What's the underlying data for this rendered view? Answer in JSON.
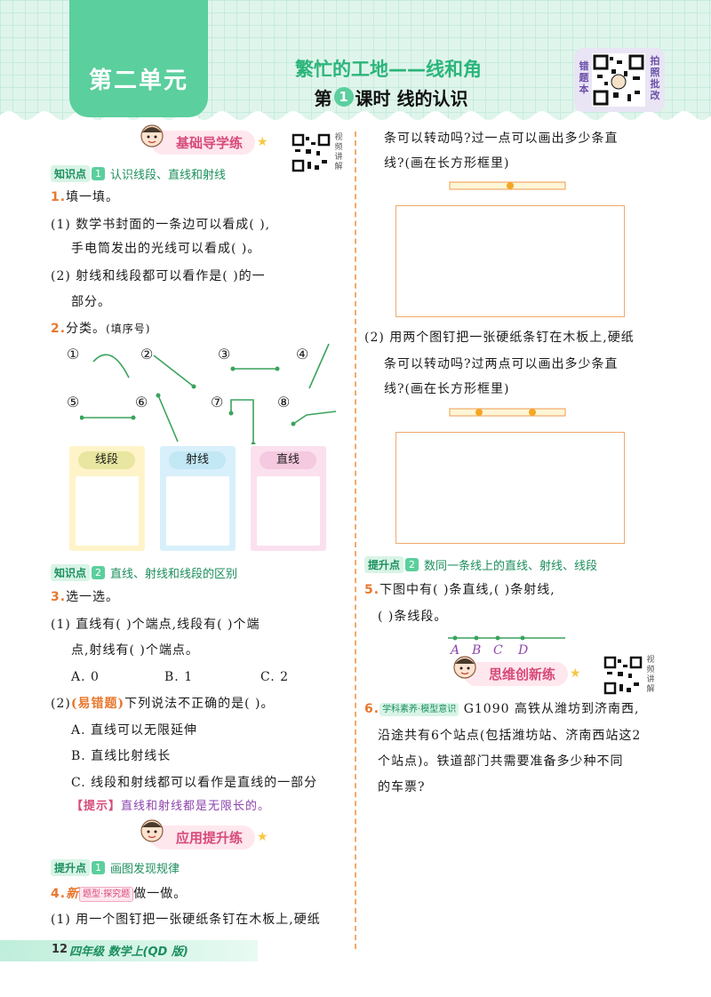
{
  "header": {
    "unit": "第二单元",
    "chapter": "繁忙的工地——线和角",
    "lesson_prefix": "第",
    "lesson_num": "1",
    "lesson_suffix": "课时  线的认识",
    "qr_left_label": "错题本",
    "qr_right_label": "拍照批改"
  },
  "left": {
    "section1": "基础导学练",
    "qr_label": "视频讲解",
    "kp1_tag": "知识点",
    "kp1_num": "1",
    "kp1_text": "认识线段、直线和射线",
    "q1_num": "1.",
    "q1_title": "填一填。",
    "q1_1a": "(1) 数学书封面的一条边可以看成(          ),",
    "q1_1b": "手电筒发出的光线可以看成(          )。",
    "q1_2a": "(2) 射线和线段都可以看作是(      )的一",
    "q1_2b": "部分。",
    "q2_num": "2.",
    "q2_title": "分类。",
    "q2_note": "(填序号)",
    "marks": [
      "①",
      "②",
      "③",
      "④",
      "⑤",
      "⑥",
      "⑦",
      "⑧"
    ],
    "cats": [
      "线段",
      "射线",
      "直线"
    ],
    "kp2_tag": "知识点",
    "kp2_num": "2",
    "kp2_text": "直线、射线和线段的区别",
    "q3_num": "3.",
    "q3_title": "选一选。",
    "q3_1a": "(1) 直线有(        )个端点,线段有(        )个端",
    "q3_1b": "点,射线有(        )个端点。",
    "q3_opts": [
      "A. 0",
      "B. 1",
      "C. 2"
    ],
    "q3_2_prefix": "(2)",
    "q3_2_tag": "(易错题)",
    "q3_2_text": "下列说法不正确的是(        )。",
    "q3_2_a": "A. 直线可以无限延伸",
    "q3_2_b": "B. 直线比射线长",
    "q3_2_c": "C. 线段和射线都可以看作是直线的一部分",
    "hint_tag": "【提示】",
    "hint_text": "直线和射线都是无限长的。",
    "section2": "应用提升练",
    "up1_tag": "提升点",
    "up1_num": "1",
    "up1_text": "画图发现规律",
    "q4_num": "4.",
    "q4_new": "新",
    "q4_badge": "题型·探究题",
    "q4_title": "做一做。",
    "q4_1a": "(1) 用一个图钉把一张硬纸条钉在木板上,硬纸"
  },
  "right": {
    "q4_1b": "条可以转动吗?过一点可以画出多少条直",
    "q4_1c": "线?(画在长方形框里)",
    "q4_2a": "(2) 用两个图钉把一张硬纸条钉在木板上,硬纸",
    "q4_2b": "条可以转动吗?过两点可以画出多少条直",
    "q4_2c": "线?(画在长方形框里)",
    "up2_tag": "提升点",
    "up2_num": "2",
    "up2_text": "数同一条线上的直线、射线、线段",
    "q5_num": "5.",
    "q5_a": "下图中有(        )条直线,(        )条射线,",
    "q5_b": "(        )条线段。",
    "points": [
      "A",
      "B",
      "C",
      "D"
    ],
    "section3": "思维创新练",
    "qr_label": "视频讲解",
    "q6_num": "6.",
    "q6_badge": "学科素养·模型意识",
    "q6_a": "G1090 高铁从潍坊到济南西,",
    "q6_b": "沿途共有6个站点(包括潍坊站、济南西站这2",
    "q6_c": "个站点)。铁道部门共需要准备多少种不同",
    "q6_d": "的车票?"
  },
  "footer": {
    "page": "12",
    "text": "四年级 数学上(QD 版)"
  }
}
